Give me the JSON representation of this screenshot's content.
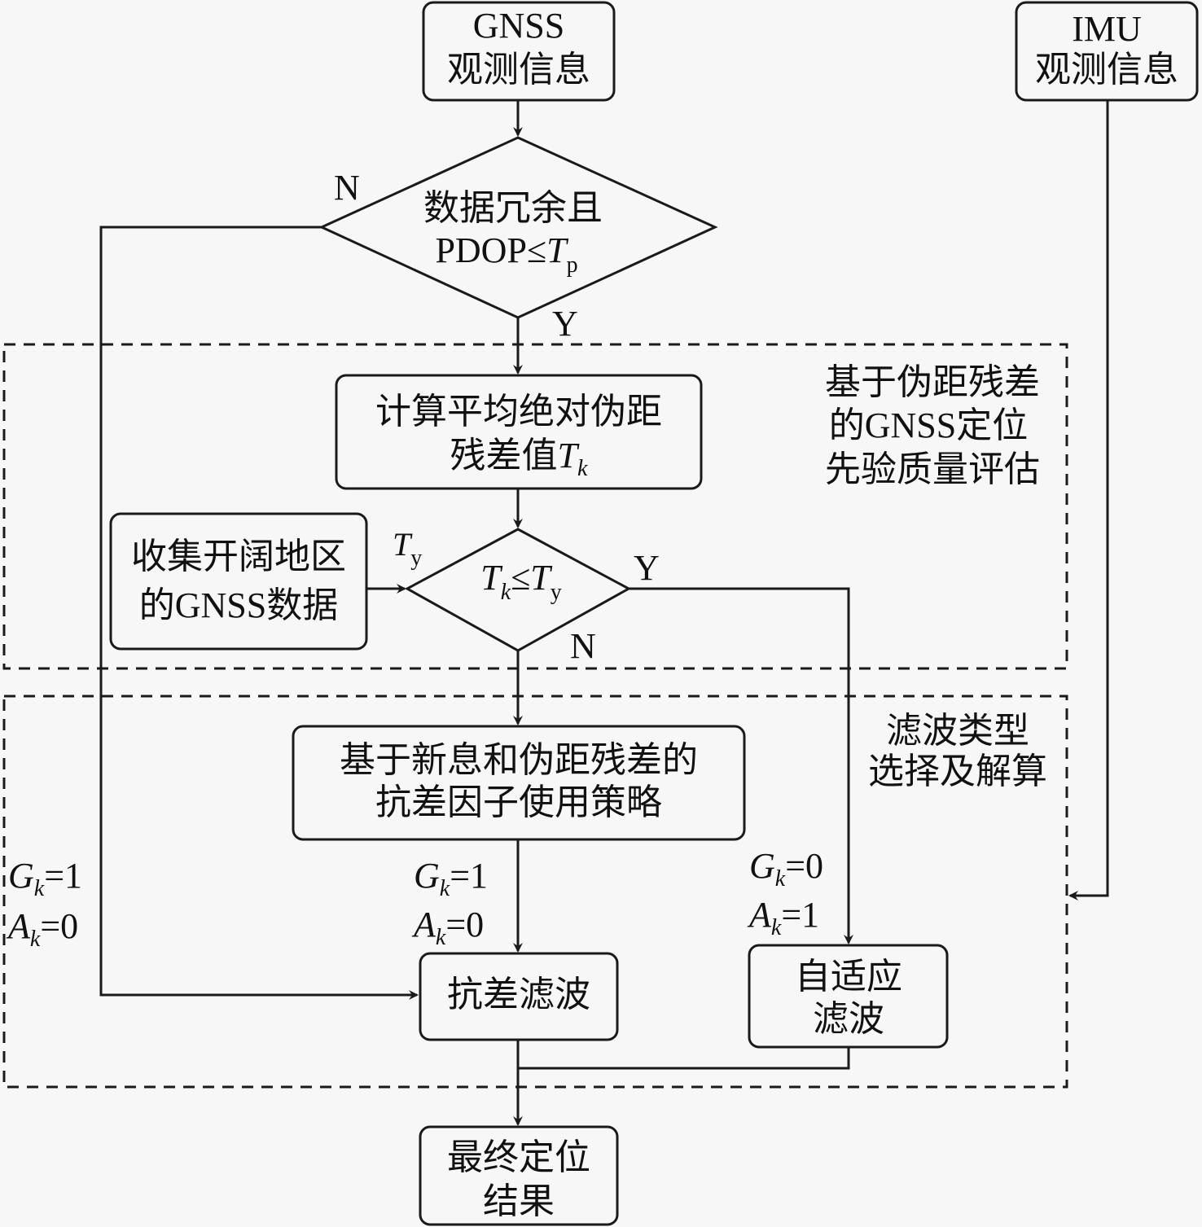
{
  "nodes": {
    "gnss_obs": {
      "line1": "GNSS",
      "line2": "观测信息"
    },
    "imu_obs": {
      "line1": "IMU",
      "line2": "观测信息"
    },
    "decision1": {
      "line1": "数据冗余且",
      "line2_prefix": "PDOP≤",
      "line2_var": "T",
      "line2_sub": "p"
    },
    "calc_residual": {
      "line1": "计算平均绝对伪距",
      "line2_prefix": "残差值",
      "line2_var": "T",
      "line2_sub": "k"
    },
    "collect_data": {
      "line1": "收集开阔地区",
      "line2": "的GNSS数据"
    },
    "decision2": {
      "lhs_var": "T",
      "lhs_sub": "k",
      "op": "≤",
      "rhs_var": "T",
      "rhs_sub": "y"
    },
    "robust_strategy": {
      "line1": "基于新息和伪距残差的",
      "line2": "抗差因子使用策略"
    },
    "robust_filter": {
      "label": "抗差滤波"
    },
    "adaptive_filter": {
      "line1": "自适应",
      "line2": "滤波"
    },
    "final_result": {
      "line1": "最终定位",
      "line2": "结果"
    }
  },
  "labels": {
    "d1_no": "N",
    "d1_yes": "Y",
    "d2_yes": "Y",
    "d2_no": "N",
    "ty_input": {
      "var": "T",
      "sub": "y"
    },
    "left_branch": {
      "g_var": "G",
      "g_sub": "k",
      "g_val": "=1",
      "a_var": "A",
      "a_sub": "k",
      "a_val": "=0"
    },
    "mid_branch": {
      "g_var": "G",
      "g_sub": "k",
      "g_val": "=1",
      "a_var": "A",
      "a_sub": "k",
      "a_val": "=0"
    },
    "right_branch": {
      "g_var": "G",
      "g_sub": "k",
      "g_val": "=0",
      "a_var": "A",
      "a_sub": "k",
      "a_val": "=1"
    }
  },
  "regions": {
    "quality_assessment": {
      "line1": "基于伪距残差",
      "line2": "的GNSS定位",
      "line3": "先验质量评估"
    },
    "filter_selection": {
      "line1": "滤波类型",
      "line2": "选择及解算"
    }
  }
}
